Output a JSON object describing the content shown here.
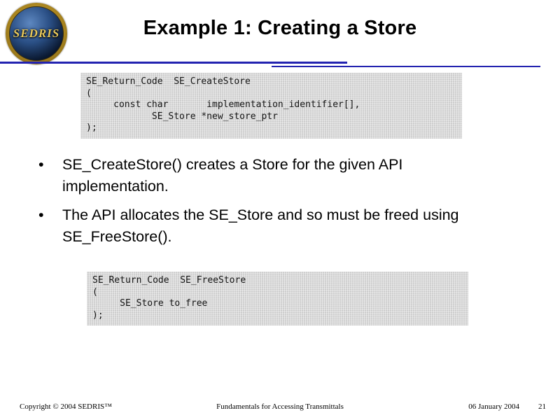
{
  "header": {
    "title": "Example 1: Creating a Store",
    "logo_text": "SEDRIS"
  },
  "bullet_char": "•",
  "code_create_store": {
    "lines": [
      "SE_Return_Code  SE_CreateStore",
      "(",
      "     const char       implementation_identifier[],",
      "            SE_Store *new_store_ptr",
      ");"
    ]
  },
  "bullets": [
    "SE_CreateStore() creates a Store for the given API implementation.",
    "The API allocates the SE_Store and so must be freed using SE_FreeStore()."
  ],
  "code_free_store": {
    "lines": [
      "SE_Return_Code  SE_FreeStore",
      "(",
      "     SE_Store to_free",
      ");"
    ]
  },
  "footer": {
    "copyright": "Copyright © 2004 SEDRIS™",
    "center_title": "Fundamentals for Accessing Transmittals",
    "date": "06 January 2004",
    "page_number": "21"
  },
  "colors": {
    "rule_blue": "#2323b0",
    "code_background": "#d8d8d8",
    "logo_gold": "#d8b44a"
  }
}
